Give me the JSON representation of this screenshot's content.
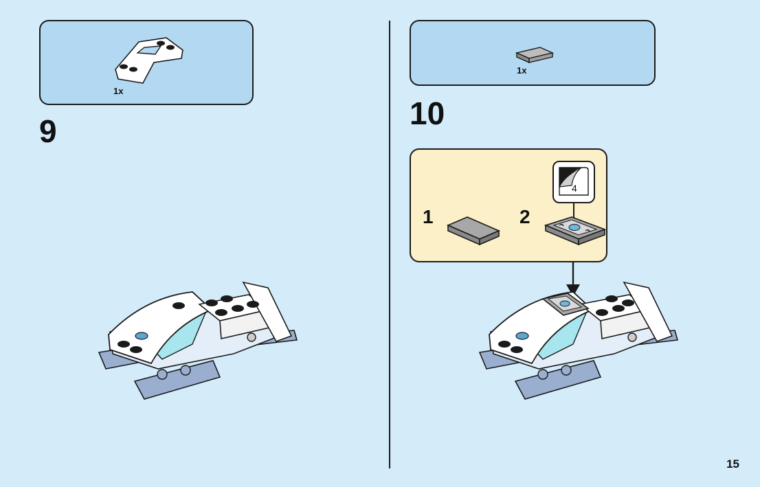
{
  "steps": [
    {
      "number": "9",
      "part_quantity": "1x"
    },
    {
      "number": "10",
      "part_quantity": "1x"
    }
  ],
  "callout": {
    "sub_steps": [
      "1",
      "2"
    ],
    "sticker_number": "4"
  },
  "page_number": "15",
  "colors": {
    "background": "#d4ecfa",
    "parts_box": "#b3d9f2",
    "callout_box": "#fbf0c8",
    "brick_white": "#ffffff",
    "brick_grey": "#a0a0a0",
    "brick_blue_grey": "#9aaed0",
    "trans_light_blue": "#a8e6ef"
  }
}
